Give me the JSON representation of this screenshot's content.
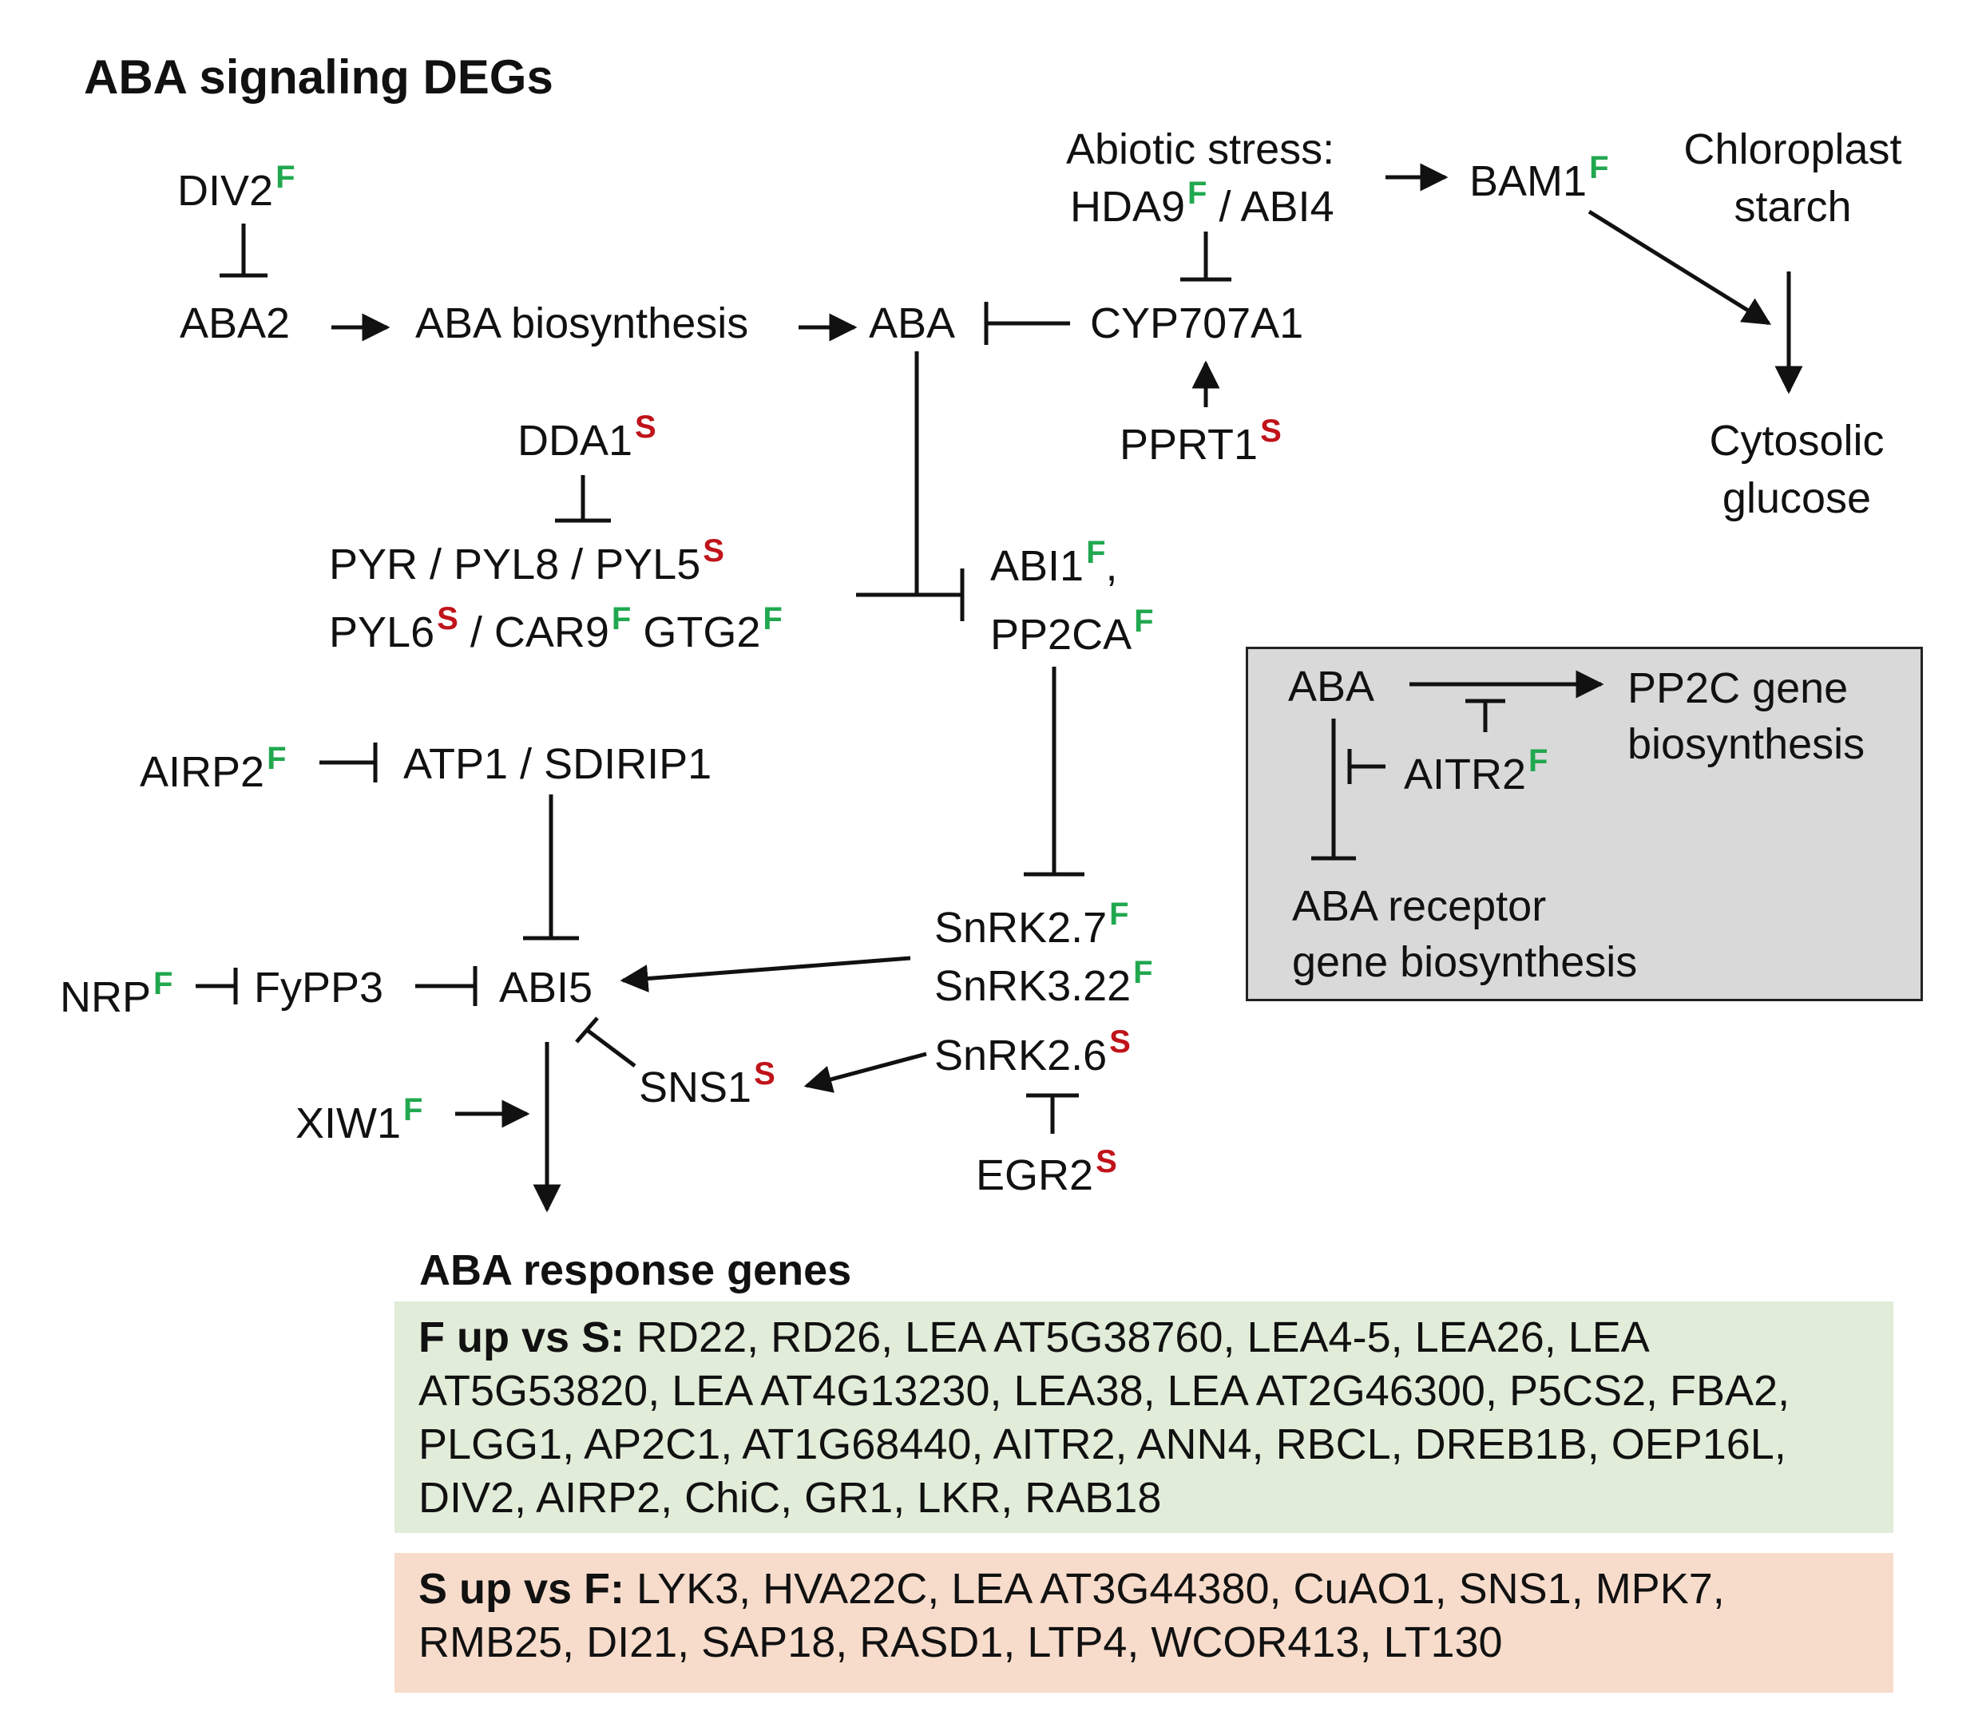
{
  "title": "ABA signaling DEGs",
  "nodes": {
    "div2": {
      "text": "DIV2",
      "mark": "F"
    },
    "aba2": {
      "text": "ABA2"
    },
    "aba_bio": {
      "text": "ABA biosynthesis"
    },
    "aba": {
      "text": "ABA"
    },
    "cyp": {
      "text": "CYP707A1"
    },
    "abiotic": {
      "text": "Abiotic stress:"
    },
    "hda9": {
      "text": "HDA9",
      "mark": "F"
    },
    "abi4": {
      "text": "/ ABI4"
    },
    "bam1": {
      "text": "BAM1",
      "mark": "F"
    },
    "chloro1": {
      "text": "Chloroplast"
    },
    "chloro2": {
      "text": "starch"
    },
    "cyto1": {
      "text": "Cytosolic"
    },
    "cyto2": {
      "text": "glucose"
    },
    "pprt1": {
      "text": "PPRT1",
      "mark": "S"
    },
    "dda1": {
      "text": "DDA1",
      "mark": "S"
    },
    "pyr_a": {
      "text": "PYR / PYL8 / PYL5",
      "mark": "S"
    },
    "pyl6": {
      "text": "PYL6",
      "mark": "S"
    },
    "car9": {
      "text": "/ CAR9",
      "mark": "F"
    },
    "gtg2": {
      "text": "GTG2",
      "mark": "F"
    },
    "abi1": {
      "text": "ABI1",
      "mark": "F",
      "suffix": ","
    },
    "pp2ca": {
      "text": "PP2CA",
      "mark": "F"
    },
    "airp2": {
      "text": "AIRP2",
      "mark": "F"
    },
    "atp1": {
      "text": "ATP1 / SDIRIP1"
    },
    "snrk27": {
      "text": "SnRK2.7",
      "mark": "F"
    },
    "snrk322": {
      "text": "SnRK3.22",
      "mark": "F"
    },
    "snrk26": {
      "text": "SnRK2.6",
      "mark": "S"
    },
    "nrp": {
      "text": "NRP",
      "mark": "F"
    },
    "fypp3": {
      "text": "FyPP3"
    },
    "abi5": {
      "text": "ABI5"
    },
    "sns1": {
      "text": "SNS1",
      "mark": "S"
    },
    "egr2": {
      "text": "EGR2",
      "mark": "S"
    },
    "xiw1": {
      "text": "XIW1",
      "mark": "F"
    }
  },
  "inset": {
    "aba": "ABA",
    "pp2c_1": "PP2C gene",
    "pp2c_2": "biosynthesis",
    "aitr2": {
      "text": "AITR2",
      "mark": "F"
    },
    "rec_1": "ABA receptor",
    "rec_2": "gene biosynthesis"
  },
  "response": {
    "title": "ABA response genes",
    "f_label": "F up vs S:",
    "f_genes": "RD22, RD26, LEA AT5G38760, LEA4-5, LEA26, LEA AT5G53820, LEA AT4G13230, LEA38, LEA AT2G46300, P5CS2, FBA2, PLGG1, AP2C1, AT1G68440, AITR2, ANN4, RBCL, DREB1B, OEP16L, DIV2, AIRP2, ChiC, GR1, LKR, RAB18",
    "s_label": "S up vs F:",
    "s_genes": "LYK3, HVA22C, LEA AT3G44380, CuAO1, SNS1, MPK7, RMB25, DI21, SAP18, RASD1, LTP4, WCOR413, LT130"
  },
  "colors": {
    "F": "#21a84f",
    "S": "#c0131a",
    "f_box": "#e1ecd9",
    "s_box": "#f7dccb",
    "inset_box": "#d9d9d9"
  }
}
